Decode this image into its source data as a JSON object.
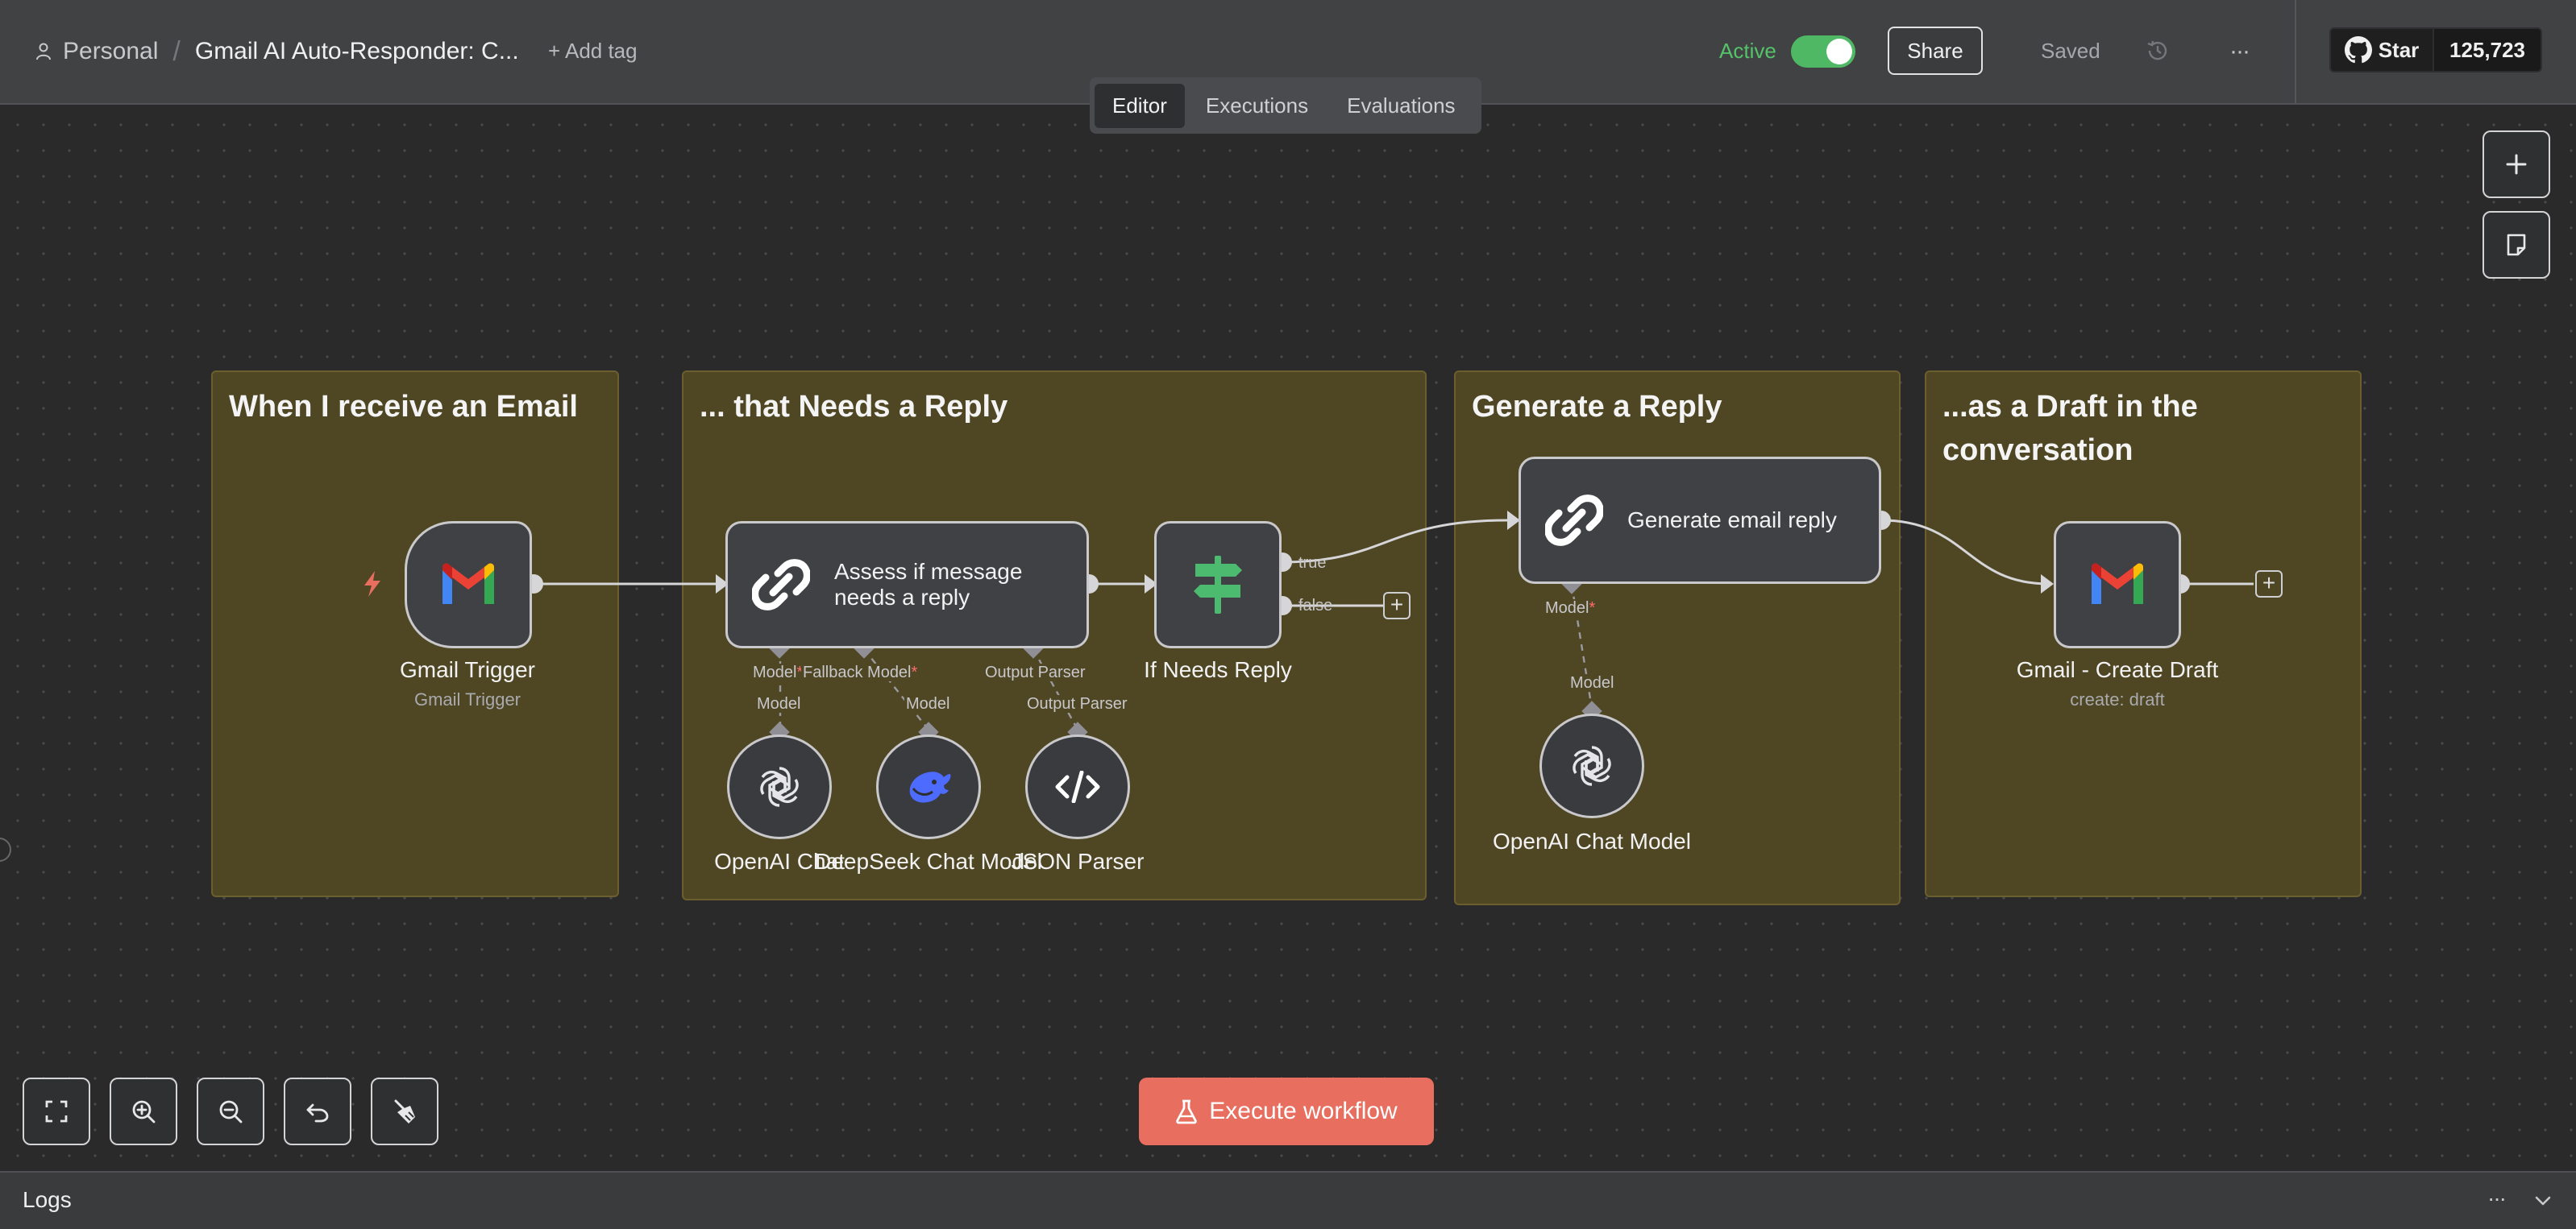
{
  "header": {
    "breadcrumb_project": "Personal",
    "breadcrumb_separator": "/",
    "workflow_name": "Gmail AI Auto-Responder: C...",
    "add_tag": "+ Add tag",
    "active_label": "Active",
    "active_on": true,
    "share_label": "Share",
    "saved_label": "Saved",
    "github_star_label": "Star",
    "github_star_count": "125,723"
  },
  "tabs": [
    {
      "label": "Editor",
      "active": true
    },
    {
      "label": "Executions",
      "active": false
    },
    {
      "label": "Evaluations",
      "active": false
    }
  ],
  "stickies": [
    {
      "title": "When I receive an Email"
    },
    {
      "title": "... that Needs a Reply"
    },
    {
      "title": "Generate a Reply"
    },
    {
      "title": "...as a Draft in the conversation"
    }
  ],
  "nodes": {
    "gmail_trigger": {
      "label": "Gmail Trigger",
      "subtitle": "Gmail Trigger",
      "icon": "gmail-icon"
    },
    "assess": {
      "label": "Assess if message needs a reply",
      "icon": "chain-link-icon"
    },
    "if_needs_reply": {
      "label": "If Needs Reply",
      "icon": "signpost-icon",
      "out_true": "true",
      "out_false": "false"
    },
    "openai_chat_1": {
      "label": "OpenAI Chat",
      "icon": "openai-icon"
    },
    "deepseek_chat": {
      "label": "DeepSeek Chat Model",
      "icon": "deepseek-icon"
    },
    "json_parser": {
      "label": "JSON Parser",
      "icon": "code-icon"
    },
    "generate_reply": {
      "label": "Generate email reply",
      "icon": "chain-link-icon"
    },
    "openai_chat_2": {
      "label": "OpenAI Chat Model",
      "icon": "openai-icon"
    },
    "gmail_draft": {
      "label": "Gmail - Create Draft",
      "subtitle": "create: draft",
      "icon": "gmail-icon"
    }
  },
  "connection_labels": {
    "assess_model": "Model",
    "assess_fallback": "Fallback Model",
    "assess_parser": "Output Parser",
    "openai1_model": "Model",
    "deepseek_model": "Model",
    "json_output_parser": "Output Parser",
    "generate_model": "Model",
    "openai2_model": "Model",
    "required_marker": "*"
  },
  "toolbar": {
    "execute_label": "Execute workflow"
  },
  "logs": {
    "title": "Logs"
  },
  "colors": {
    "accent": "#e86f5f",
    "active_green": "#4fb865",
    "sticky_bg": "#4f4624",
    "canvas_bg": "#2a2a2a"
  }
}
